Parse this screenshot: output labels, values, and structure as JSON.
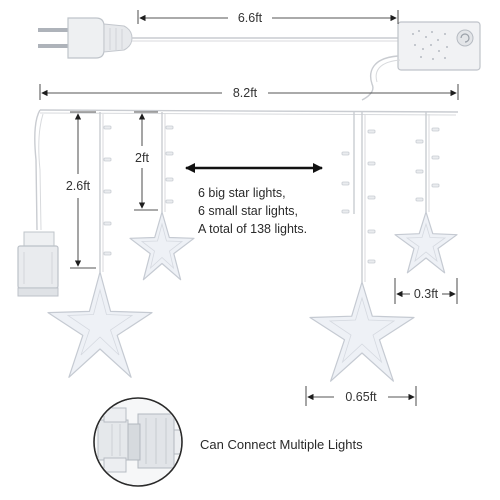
{
  "labels": {
    "input_cable_length": "6.6ft",
    "main_wire_length": "8.2ft",
    "long_drop_length": "2.6ft",
    "short_drop_length": "2ft",
    "small_star_width": "0.3ft",
    "big_star_width": "0.65ft"
  },
  "description": {
    "line1": "6 big star lights,",
    "line2": "6 small star lights,",
    "line3": "A total of 138 lights."
  },
  "connector_caption": "Can Connect Multiple Lights"
}
